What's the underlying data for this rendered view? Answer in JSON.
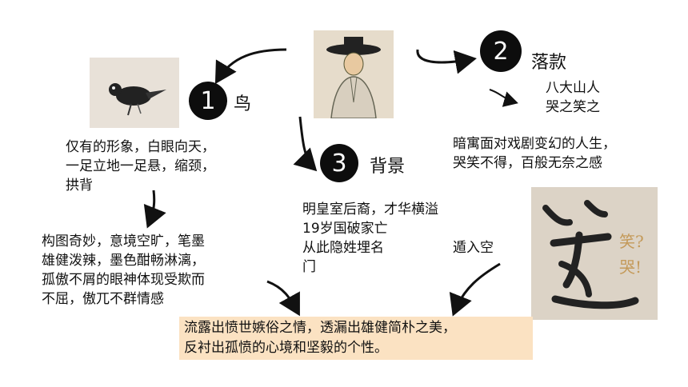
{
  "sections": {
    "bird": {
      "number": "1",
      "title": "鸟"
    },
    "signature": {
      "number": "2",
      "title": "落款"
    },
    "background": {
      "number": "3",
      "title": "背景"
    }
  },
  "signature_names": "八大山人\n哭之笑之",
  "bird_features": "仅有的形象，白眼向天，\n一足立地一足悬，缩颈，\n拱背",
  "composition": "构图奇妙，意境空旷，笔墨\n雄健泼辣，墨色酣畅淋漓，\n孤傲不屑的眼神体现受欺而\n不屈，傲兀不群情感",
  "signature_meaning": "暗寓面对戏剧变幻的人生，\n哭笑不得，百般无奈之感",
  "background_text": "明皇室后裔，才华横溢\n19岁国破家亡\n从此隐姓埋名\n门",
  "enter_void": "遁入空",
  "conclusion": "流露出愤世嫉俗之情，透漏出雄健简朴之美，\n反衬出孤愤的心境和坚毅的个性。",
  "calligraphy": {
    "side_top": "笑?",
    "side_bottom": "哭!"
  },
  "colors": {
    "conclusion_bg": "#fbe2c2",
    "circle": "#0d0d0d"
  }
}
